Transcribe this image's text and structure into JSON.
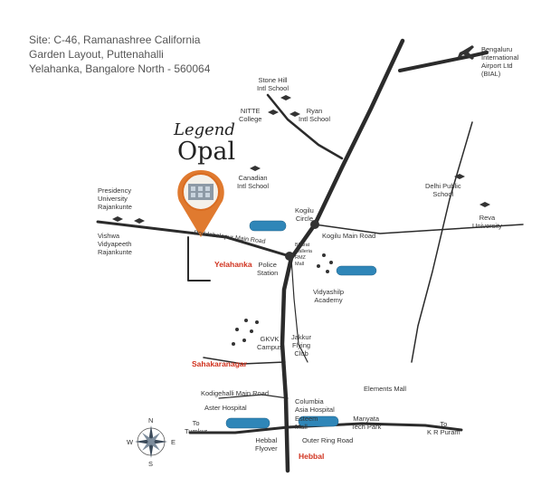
{
  "address": {
    "line1": "Site: C-46, Ramanashree California",
    "line2": "Garden Layout, Puttenahalli",
    "line3": "Yelahanka, Bangalore North - 560064"
  },
  "project": {
    "logo_line1": "Legend",
    "logo_line2": "Opal"
  },
  "compass": {
    "n": "N",
    "s": "S",
    "e": "E",
    "w": "W"
  },
  "labels": {
    "airport": [
      "Bengaluru",
      "International",
      "Airport Ltd",
      "(BIAL)"
    ],
    "stone_hill": [
      "Stone Hill",
      "Intl School"
    ],
    "nitte": [
      "NITTE",
      "College"
    ],
    "ryan": [
      "Ryan",
      "Intl School"
    ],
    "canadian": [
      "Canadian",
      "Intl School"
    ],
    "presidency": [
      "Presidency",
      "University",
      "Rajankunte"
    ],
    "vishwa": [
      "Vishwa",
      "Vidyapeeth",
      "Rajankunte"
    ],
    "doddaballapur": "Doddabalapur Main Road",
    "yelahanka": "Yelahanka",
    "police": [
      "Police",
      "Station"
    ],
    "rmz": [
      "Bharat",
      "Galleria",
      "RMZ",
      "Mall"
    ],
    "kogilu_circle": [
      "Kogilu",
      "Circle"
    ],
    "kogilu_main": "Kogilu Main Road",
    "delhi_public": [
      "Delhi Public",
      "School"
    ],
    "reva": [
      "Reva",
      "University"
    ],
    "vidyashilp": [
      "Vidyashilp",
      "Academy"
    ],
    "gkvk": [
      "GKVK",
      "Campus"
    ],
    "jakkur": [
      "Jakkur",
      "Flying",
      "Club"
    ],
    "sahakaranagar": "Sahakaranagar",
    "elements": "Elements Mall",
    "kodigehalli": "Kodigehalli Main Road",
    "aster": "Aster Hospital",
    "columbia": [
      "Columbia",
      "Asia Hospital"
    ],
    "esteem": [
      "Esteem",
      "Mall"
    ],
    "manyata": [
      "Manyata",
      "Tech Park"
    ],
    "to_tumkur": [
      "To",
      "Tumkur"
    ],
    "to_kr_puram": [
      "To",
      "K R Puram"
    ],
    "hebbal_flyover": [
      "Hebbal",
      "Flyover"
    ],
    "outer_ring": "Outer Ring Road",
    "hebbal": "Hebbal"
  },
  "colors": {
    "road": "#2b2b2b",
    "pin": "#e07a2f",
    "lake": "#2f86b8",
    "red_label": "#d0321e"
  }
}
